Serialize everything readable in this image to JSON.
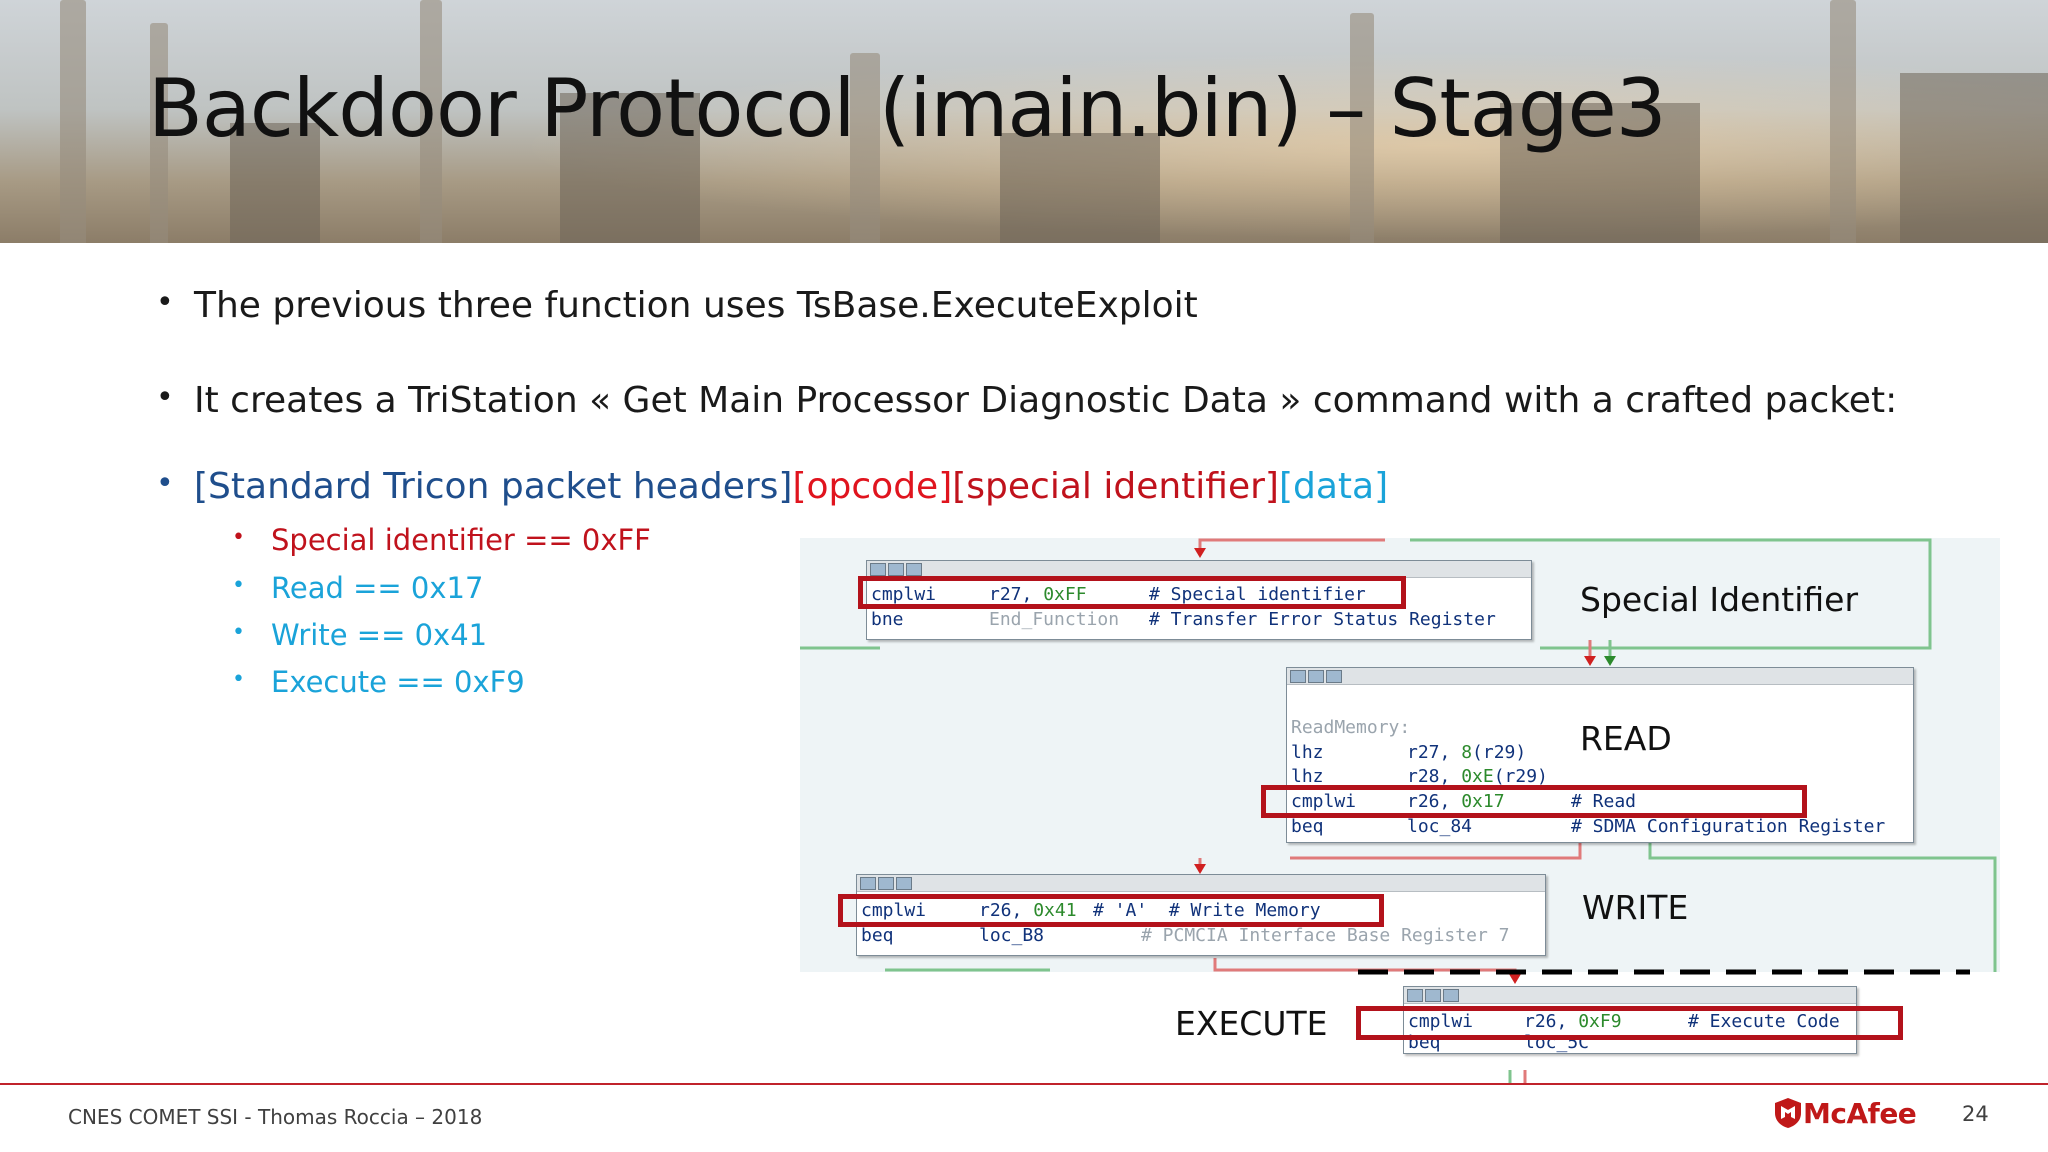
{
  "slide": {
    "title": "Backdoor Protocol (imain.bin) – Stage3"
  },
  "bullets": {
    "b1": "The previous three function uses TsBase.ExecuteExploit",
    "b2": "It creates a TriStation « Get Main Processor Diagnostic Data » command with a crafted packet:",
    "b3": {
      "part1": "[Standard Tricon packet headers]",
      "part2": "[opcode]",
      "part3": "[special identifier]",
      "part4": "[data]"
    },
    "sub": [
      "Special identifier == 0xFF",
      "Read == 0x17",
      "Write == 0x41",
      "Execute == 0xF9"
    ]
  },
  "graph": {
    "node1": {
      "l1": {
        "op": "cmplwi",
        "args": "r27, ",
        "val": "0xFF",
        "cmt": "# Special identifier"
      },
      "l2": {
        "op": "bne",
        "args": "End_Function",
        "cmt": "# Transfer Error Status Register"
      }
    },
    "node2": {
      "label": "ReadMemory:",
      "l1": {
        "op": "lhz",
        "args": "r27, ",
        "val": "8",
        "tail": "(r29)"
      },
      "l2": {
        "op": "lhz",
        "args": "r28, ",
        "val": "0xE",
        "tail": "(r29)"
      },
      "l3": {
        "op": "cmplwi",
        "args": "r26, ",
        "val": "0x17",
        "cmt": "# Read"
      },
      "l4": {
        "op": "beq",
        "args": "loc_84",
        "cmt": "# SDMA Configuration Register"
      }
    },
    "node3": {
      "l1": {
        "op": "cmplwi",
        "args": "r26, ",
        "val": "0x41",
        "cmt": "# 'A'  # Write Memory"
      },
      "l2": {
        "op": "beq",
        "args": "loc_B8",
        "cmt": "# PCMCIA Interface Base Register 7"
      }
    },
    "node4": {
      "l1": {
        "op": "cmplwi",
        "args": "r26, ",
        "val": "0xF9",
        "cmt": "# Execute Code"
      },
      "l2": {
        "op": "beq",
        "args": "loc_5C"
      }
    }
  },
  "labels": {
    "special": "Special Identifier",
    "read": "READ",
    "write": "WRITE",
    "execute": "EXECUTE"
  },
  "footer": {
    "text": "CNES COMET SSI - Thomas Roccia – 2018",
    "brand": "McAfee",
    "page": "24"
  },
  "colors": {
    "accent_red": "#c0232b",
    "blue_dark": "#1f4e8c",
    "blue_light": "#1aa3d9",
    "sub_red": "#c0121c"
  }
}
